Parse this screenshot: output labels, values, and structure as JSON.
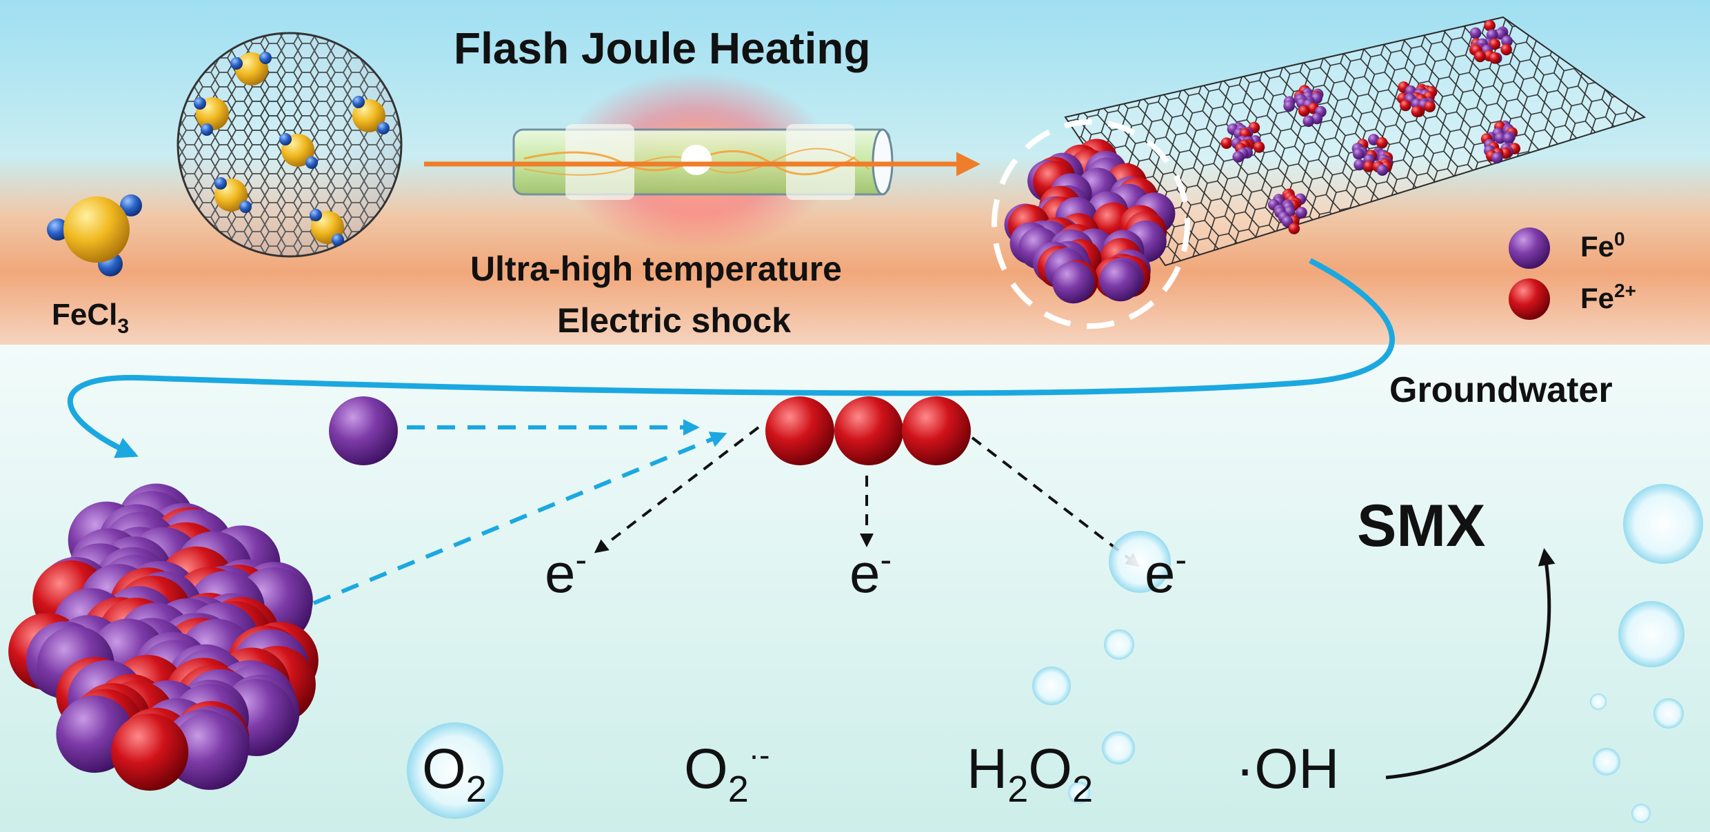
{
  "title": "Flash Joule Heating",
  "process": {
    "line1": "Ultra-high temperature",
    "line2": "Electric shock"
  },
  "precursor": {
    "base": "FeCl",
    "sub": "3"
  },
  "legend": {
    "fe0": {
      "base": "Fe",
      "sup": "0",
      "color": "#7a3aa6"
    },
    "fe2": {
      "base": "Fe",
      "sup": "2+",
      "color": "#d0121a"
    }
  },
  "region_label": "Groundwater",
  "electrons": {
    "base": "e",
    "sup": "-"
  },
  "species": {
    "o2": {
      "base": "O",
      "sub": "2"
    },
    "superoxide": {
      "base": "O",
      "sub": "2",
      "sup": "·-"
    },
    "h2o2": {
      "p1": "H",
      "s1": "2",
      "p2": "O",
      "s2": "2"
    },
    "oh": "·OH"
  },
  "target": "SMX",
  "colors": {
    "sky": "#a8e2f2",
    "band": "#f2b48d",
    "water": "#e3f6f3",
    "arrow_orange": "#f07d2a",
    "arrow_blue": "#1ba8e0",
    "fe0": "#7a3aa6",
    "fe2": "#d0121a"
  }
}
